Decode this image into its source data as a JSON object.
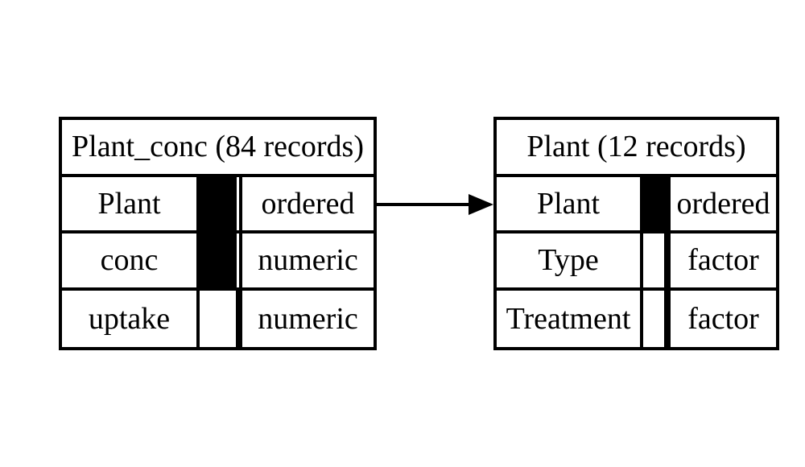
{
  "diagram": {
    "kind": "data-model",
    "colors": {
      "foreground": "#000000",
      "background": "#ffffff"
    },
    "tables": [
      {
        "title": "Plant_conc (84 records)",
        "rows": [
          {
            "name": "Plant",
            "type": "ordered",
            "key_filled": true
          },
          {
            "name": "conc",
            "type": "numeric",
            "key_filled": true
          },
          {
            "name": "uptake",
            "type": "numeric",
            "key_filled": false
          }
        ]
      },
      {
        "title": "Plant (12 records)",
        "rows": [
          {
            "name": "Plant",
            "type": "ordered",
            "key_filled": true
          },
          {
            "name": "Type",
            "type": "factor",
            "key_filled": false
          },
          {
            "name": "Treatment",
            "type": "factor",
            "key_filled": false
          }
        ]
      }
    ],
    "relation": {
      "from": "Plant_conc.Plant",
      "to": "Plant.Plant",
      "direction": "left-to-right"
    }
  }
}
